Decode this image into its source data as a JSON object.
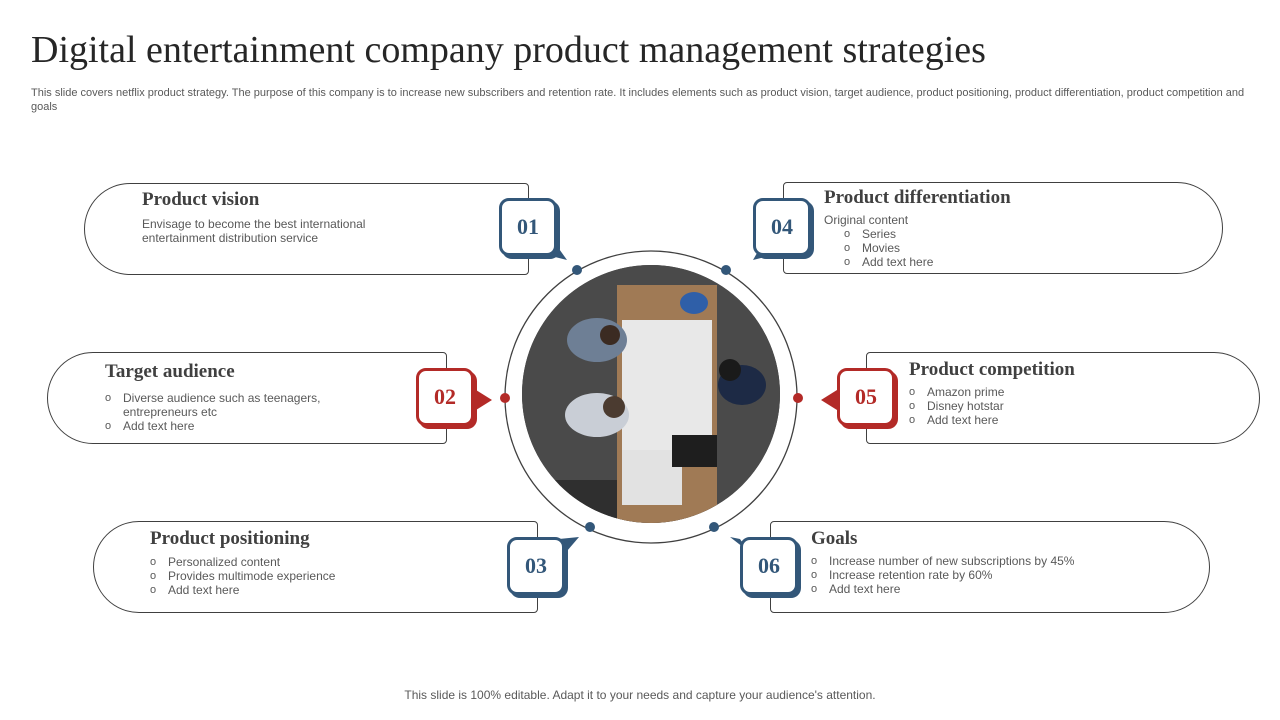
{
  "title": "Digital entertainment company product management strategies",
  "description": "This slide covers netflix product strategy. The purpose of this company is to increase new subscribers and retention rate. It includes elements such as product vision, target audience, product positioning, product differentiation, product competition and goals",
  "footer": "This slide is 100% editable. Adapt it to your needs and capture your audience's attention.",
  "colors": {
    "blue": "#335779",
    "red": "#b32a27",
    "text": "#595959",
    "title": "#262626"
  },
  "items": [
    {
      "number": "01",
      "color": "blue",
      "title": "Product vision",
      "lines": [
        "Envisage to become the best international",
        "entertainment distribution service"
      ]
    },
    {
      "number": "02",
      "color": "red",
      "title": "Target audience",
      "bullets": [
        "Diverse audience such as teenagers, entrepreneurs etc",
        "Add text here"
      ]
    },
    {
      "number": "03",
      "color": "blue",
      "title": "Product positioning",
      "bullets": [
        "Personalized content",
        " Provides multimode experience",
        "Add text here"
      ]
    },
    {
      "number": "04",
      "color": "blue",
      "title": "Product differentiation",
      "lead": "Original content",
      "bullets": [
        "Series",
        "Movies",
        "Add text here"
      ]
    },
    {
      "number": "05",
      "color": "red",
      "title": "Product competition",
      "bullets": [
        "Amazon prime",
        "Disney hotstar",
        "Add text here"
      ]
    },
    {
      "number": "06",
      "color": "blue",
      "title": "Goals",
      "bullets": [
        "Increase number of  new subscriptions by 45%",
        "Increase retention rate by 60%",
        "Add text here"
      ]
    }
  ],
  "center_image": "team-meeting-overhead-photo"
}
